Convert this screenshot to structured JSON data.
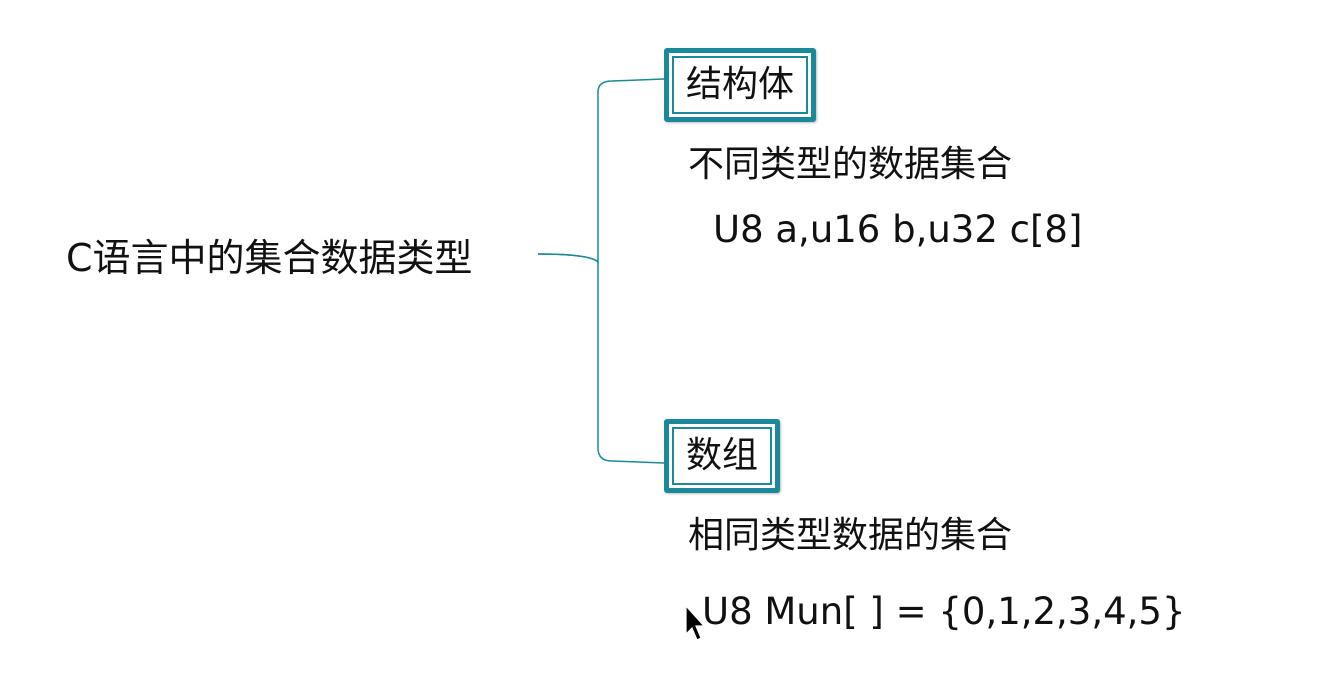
{
  "root": {
    "label": "C语言中的集合数据类型"
  },
  "branches": [
    {
      "title": "结构体",
      "description": "不同类型的数据集合",
      "example": "U8 a,u16 b,u32 c[8]"
    },
    {
      "title": "数组",
      "description": "相同类型数据的集合",
      "example": "U8 Mun[ ] = {0,1,2,3,4,5}"
    }
  ],
  "colors": {
    "accent": "#1a8a9a",
    "text": "#111111",
    "background": "#ffffff"
  },
  "icons": {
    "cursor": "mouse-pointer-icon"
  }
}
